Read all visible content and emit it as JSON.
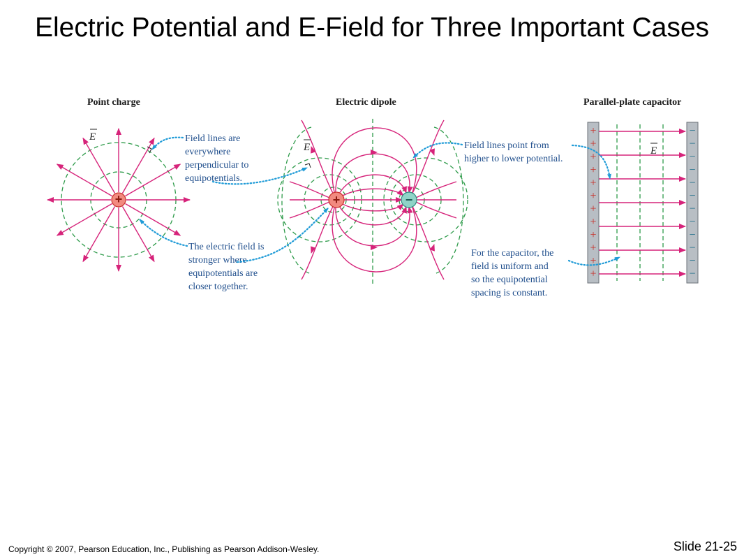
{
  "slide": {
    "title": "Electric Potential and E-Field for Three Important Cases",
    "copyright": "Copyright © 2007, Pearson Education, Inc., Publishing as Pearson Addison-Wesley.",
    "slide_number": "Slide 21-25"
  },
  "figure": {
    "colors": {
      "field_line": "#d6237a",
      "equipotential": "#2e9b4a",
      "annotation": "#1f4e8c",
      "positive_charge": "#f28a80",
      "negative_charge": "#8fd3c7",
      "plate": "#b8bec4"
    },
    "panels": {
      "point_charge": {
        "title": "Point charge",
        "e_label": "E",
        "note_perpendicular": [
          "Field lines are",
          "everywhere",
          "perpendicular to",
          "equipotentials."
        ],
        "note_stronger": [
          "The electric field is",
          "stronger where",
          "equipotentials are",
          "closer together."
        ]
      },
      "dipole": {
        "title": "Electric dipole",
        "e_label": "E",
        "note_potential": [
          "Field lines point from",
          "higher to lower potential."
        ]
      },
      "capacitor": {
        "title": "Parallel-plate capacitor",
        "e_label": "E",
        "note_uniform": [
          "For the capacitor, the",
          "field is uniform and",
          "so the equipotential",
          "spacing is constant."
        ]
      }
    },
    "symbols": {
      "plus": "+",
      "minus": "−"
    }
  }
}
